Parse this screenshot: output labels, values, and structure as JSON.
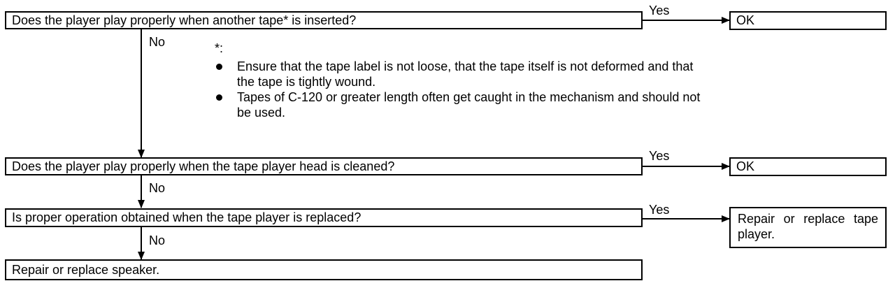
{
  "questions": [
    {
      "text": "Does the player play properly when another tape* is inserted?",
      "yes": "Yes",
      "no": "No",
      "result": "OK"
    },
    {
      "text": "Does the player play properly when the tape player head is cleaned?",
      "yes": "Yes",
      "no": "No",
      "result": "OK"
    },
    {
      "text": "Is proper operation obtained when the tape player is replaced?",
      "yes": "Yes",
      "no": "No",
      "result": "Repair or replace tape player."
    }
  ],
  "final": "Repair or replace speaker.",
  "note": {
    "mark": "*:",
    "items": [
      "Ensure that the tape label is not loose, that the tape itself is not deformed and that the tape is tightly wound.",
      "Tapes of C-120 or greater length often get caught in the mechanism and should not be used."
    ]
  }
}
